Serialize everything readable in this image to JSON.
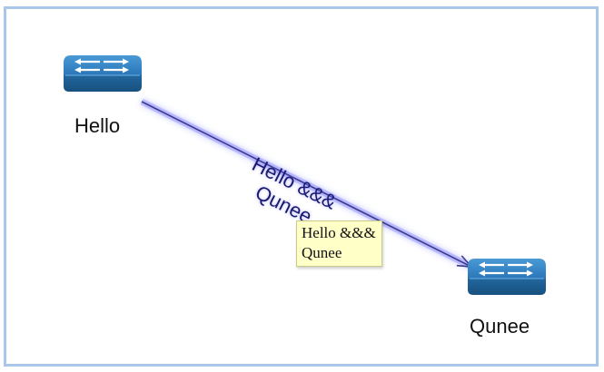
{
  "nodes": {
    "source": {
      "label": "Hello",
      "icon": "network-switch-icon"
    },
    "target": {
      "label": "Qunee",
      "icon": "network-switch-icon"
    }
  },
  "edge": {
    "label_line1": "Hello &&&",
    "label_line2": "Qunee",
    "color": "#3b3b8a",
    "glow_color": "#8a8aff"
  },
  "tooltip": {
    "line1": "Hello &&&",
    "line2": "Qunee"
  },
  "colors": {
    "switch_top": "#2f7fc1",
    "switch_side": "#1c5f99",
    "border": "#a9c7e8",
    "tooltip_bg": "#ffffc8"
  }
}
